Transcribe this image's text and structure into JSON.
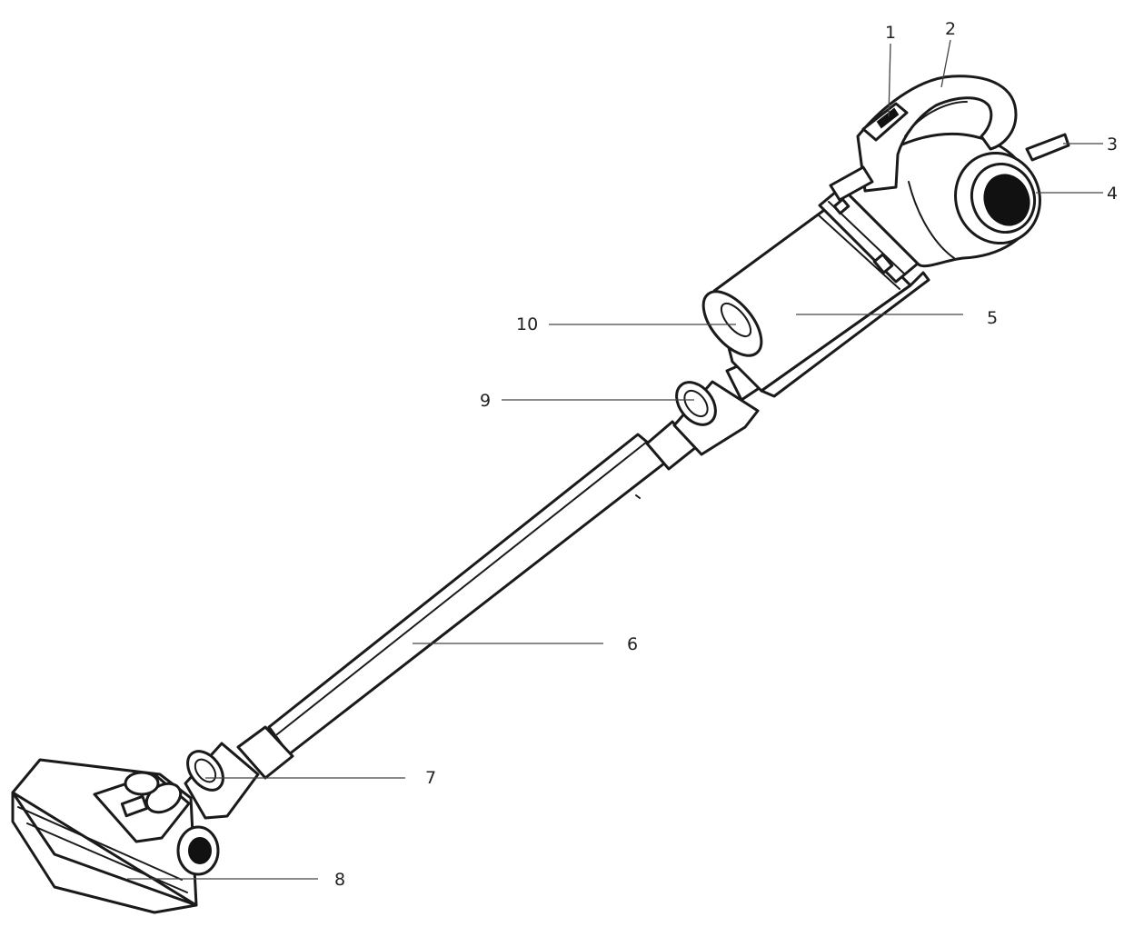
{
  "callouts": [
    {
      "id": "1",
      "label": "1"
    },
    {
      "id": "2",
      "label": "2"
    },
    {
      "id": "3",
      "label": "3"
    },
    {
      "id": "4",
      "label": "4"
    },
    {
      "id": "5",
      "label": "5"
    },
    {
      "id": "6",
      "label": "6"
    },
    {
      "id": "7",
      "label": "7"
    },
    {
      "id": "8",
      "label": "8"
    },
    {
      "id": "9",
      "label": "9"
    },
    {
      "id": "10",
      "label": "10"
    }
  ],
  "colors": {
    "line": "#1a1a1a",
    "leader": "#444444",
    "background": "#ffffff"
  }
}
